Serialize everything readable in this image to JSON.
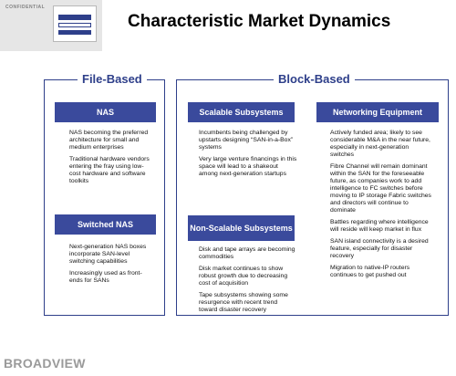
{
  "header": {
    "confidential": "CONFIDENTIAL",
    "title": "Characteristic Market Dynamics"
  },
  "groups": {
    "file_based": "File-Based",
    "block_based": "Block-Based"
  },
  "nas": {
    "title": "NAS",
    "bullets": [
      "NAS becoming the preferred architecture for small and medium enterprises",
      "Traditional hardware vendors entering the fray using low-cost hardware and software toolkits"
    ]
  },
  "switched_nas": {
    "title": "Switched NAS",
    "bullets": [
      "Next-generation NAS boxes incorporate SAN-level switching capabilities",
      "Increasingly used as front-ends for SANs"
    ]
  },
  "scalable": {
    "title": "Scalable Subsystems",
    "bullets": [
      "Incumbents being challenged by upstarts designing “SAN-in-a-Box” systems",
      "Very large venture financings in this space will lead to a shakeout among next-generation startups"
    ]
  },
  "non_scalable": {
    "title": "Non-Scalable Subsystems",
    "bullets": [
      "Disk and tape arrays are becoming commodities",
      "Disk market continues to show robust growth due to decreasing cost of acquisition",
      "Tape subsystems showing some resurgence with recent trend toward disaster recovery"
    ]
  },
  "networking": {
    "title": "Networking Equipment",
    "bullets": [
      "Actively funded area; likely to see considerable M&A in the near future, especially in next-generation switches",
      "Fibre Channel will remain dominant within the SAN for the foreseeable future, as companies work to add intelligence to FC switches before moving to IP storage Fabric switches and directors will continue to dominate",
      "Battles regarding where intelligence will reside will keep market in flux",
      "SAN island connectivity is a desired feature, especially for disaster recovery",
      "Migration to native-IP routers continues to get pushed out"
    ]
  },
  "footer": {
    "brand": "BROADVIEW"
  },
  "colors": {
    "accent": "#3a4a9c",
    "frame": "#2e3f8a"
  }
}
